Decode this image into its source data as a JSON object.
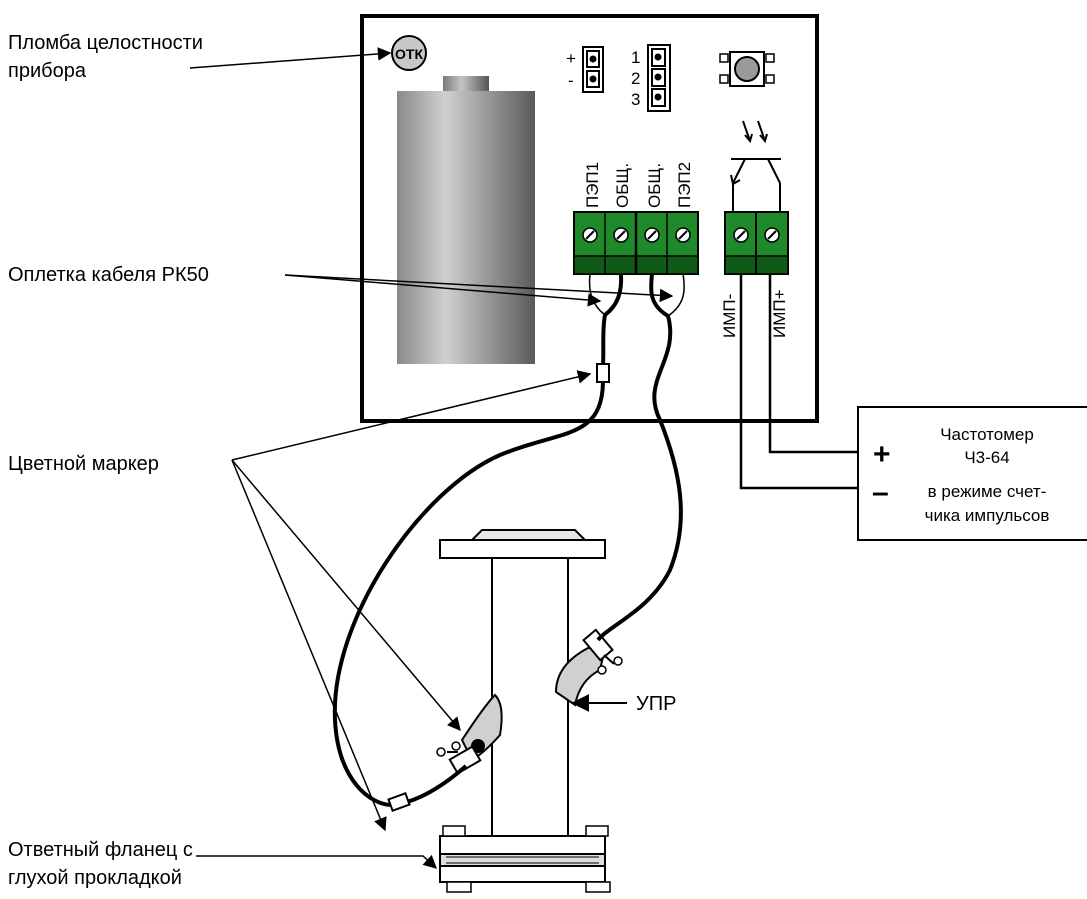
{
  "labels": {
    "seal_line1": "Пломба целостности",
    "seal_line2": "прибора",
    "seal_badge": "ОТК",
    "braid": "Оплетка кабеля РК50",
    "marker": "Цветной маркер",
    "flange_line1": "Ответный фланец с",
    "flange_line2": "глухой прокладкой",
    "upr": "УПР"
  },
  "jumpers": {
    "plus": "+",
    "minus": "-",
    "n1": "1",
    "n2": "2",
    "n3": "3"
  },
  "terminals": {
    "t1": "ПЭП1",
    "t2": "ОБЩ.",
    "t3": "ОБЩ.",
    "t4": "ПЭП2",
    "imp_minus": "ИМП-",
    "imp_plus": "ИМП+"
  },
  "meter": {
    "line1": "Частотомер",
    "line2": "Ч3-64",
    "line3": "в режиме счет-",
    "line4": "чика импульсов",
    "plus": "+",
    "minus": "–"
  },
  "colors": {
    "terminal_green": "#1f8a2a",
    "terminal_dark": "#0e5a16",
    "battery_light": "#bdbdbd",
    "battery_dark": "#5e5e5e"
  }
}
